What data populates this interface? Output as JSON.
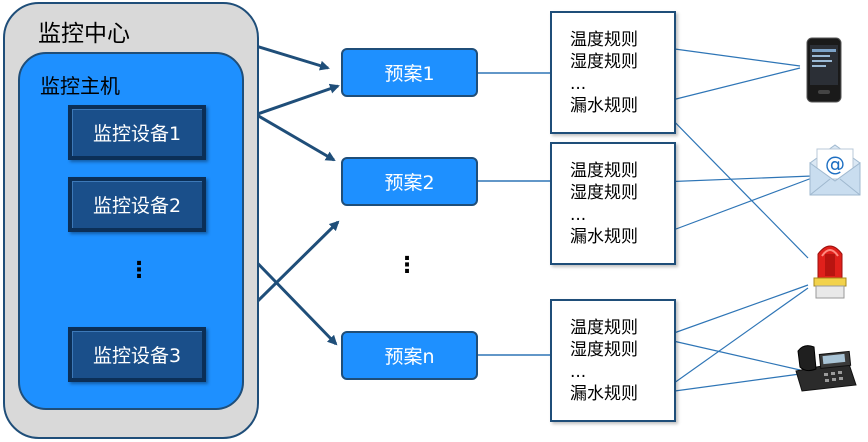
{
  "monitor_center": {
    "title": "监控中心"
  },
  "monitor_host": {
    "title": "监控主机"
  },
  "devices": [
    {
      "label": "监控设备1"
    },
    {
      "label": "监控设备2"
    },
    {
      "label": "监控设备3"
    }
  ],
  "device_ellipsis": "⋮",
  "plans": [
    {
      "label": "预案1",
      "rules": [
        "温度规则",
        "湿度规则",
        "...",
        "漏水规则"
      ]
    },
    {
      "label": "预案2",
      "rules": [
        "温度规则",
        "湿度规则",
        "...",
        "漏水规则"
      ]
    },
    {
      "label": "预案n",
      "rules": [
        "温度规则",
        "湿度规则",
        "...",
        "漏水规则"
      ]
    }
  ],
  "plan_ellipsis": "⋮",
  "outputs": [
    {
      "icon": "mobile-phone-icon"
    },
    {
      "icon": "email-icon"
    },
    {
      "icon": "alarm-siren-icon"
    },
    {
      "icon": "desk-telephone-icon"
    }
  ],
  "colors": {
    "center_fill": "#d9d9d9",
    "host_fill": "#1e90ff",
    "device_fill": "#1a4f8a",
    "plan_fill": "#1e90ff",
    "arrow": "#1f4e79",
    "link_line": "#2e75b6"
  }
}
